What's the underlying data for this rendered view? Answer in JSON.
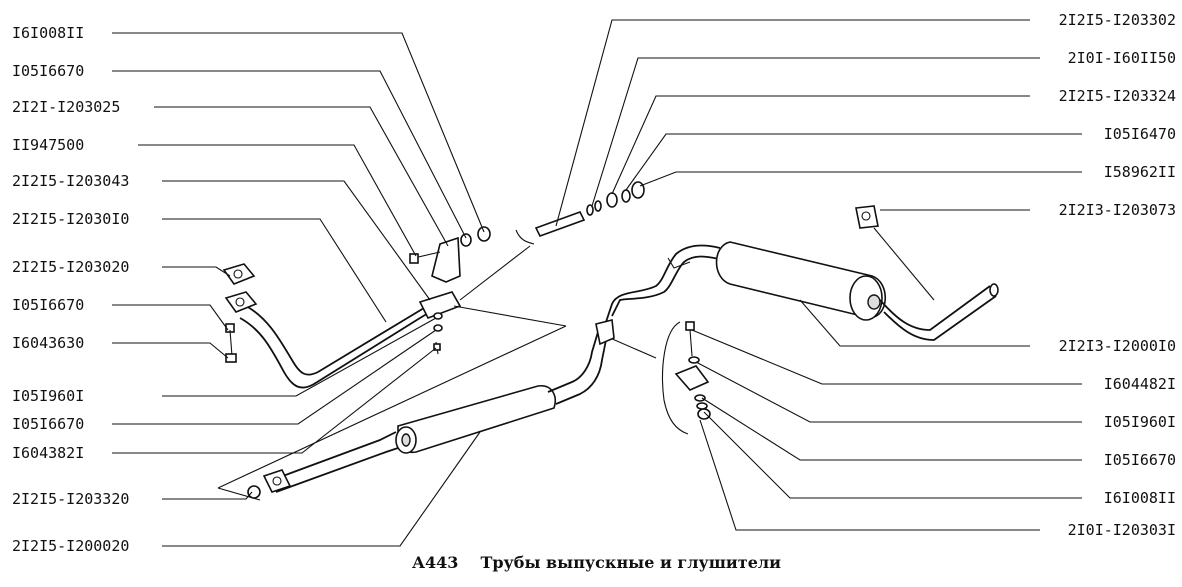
{
  "caption": {
    "code": "А443",
    "title": "Трубы выпускные и глушители"
  },
  "labels_left": [
    "I6I008II",
    "I05I6670",
    "2I2I-I203025",
    "II947500",
    "2I2I5-I203043",
    "2I2I5-I2030I0",
    "2I2I5-I203020",
    "I05I6670",
    "I6043630",
    "I05I960I",
    "I05I6670",
    "I604382I",
    "2I2I5-I203320",
    "2I2I5-I200020"
  ],
  "labels_right": [
    "2I2I5-I203302",
    "2I0I-I60II50",
    "2I2I5-I203324",
    "I05I6470",
    "I58962II",
    "2I2I3-I203073",
    "2I2I3-I2000I0",
    "I604482I",
    "I05I960I",
    "I05I6670",
    "I6I008II",
    "2I0I-I20303I"
  ]
}
